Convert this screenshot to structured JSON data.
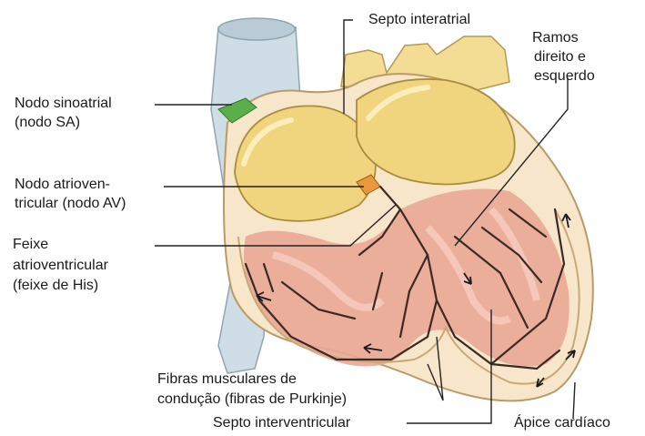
{
  "labels": {
    "septo_interatrial": "Septo interatrial",
    "ramos_1": "Ramos",
    "ramos_2": "direito e",
    "ramos_3": "esquerdo",
    "sa_1": "Nodo sinoatrial",
    "sa_2": "(nodo SA)",
    "av_1": "Nodo atrioven-",
    "av_2": "tricular (nodo AV)",
    "feixe_1": "Feixe",
    "feixe_2": "atrioventricular",
    "feixe_3": "(feixe de His)",
    "fibras_1": "Fibras musculares de",
    "fibras_2": "condução (fibras de Purkinje)",
    "septo_interventricular": "Septo interventricular",
    "apice": "Ápice cardíaco"
  },
  "colors": {
    "vessel": "#cfdde6",
    "wall": "#f7e6c9",
    "valve": "#f1d57e",
    "muscle": "#e8a796",
    "fiber": "#3b2a22",
    "node": "#5cae4a",
    "leader": "#222222"
  }
}
